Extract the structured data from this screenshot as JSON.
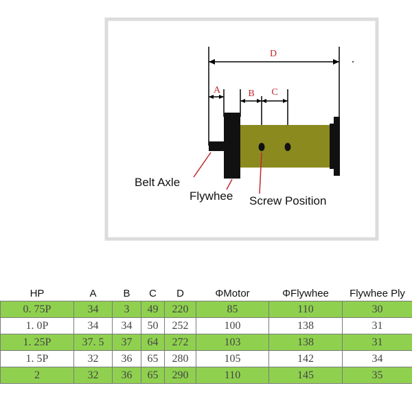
{
  "diagram": {
    "dimension_labels": {
      "D": "D",
      "A": "A",
      "B": "B",
      "C": "C"
    },
    "part_labels": {
      "belt_axle": "Belt Axle",
      "flywheel": "Flywhee",
      "screw_position": "Screw Position"
    },
    "colors": {
      "motor_body": "#8b8a1f",
      "dimension_text": "#c0282d",
      "frame_border": "#dcdcdc"
    }
  },
  "table": {
    "headers": [
      "HP",
      "A",
      "B",
      "C",
      "D",
      "ΦMotor",
      "ΦFlywhee",
      "Flywhee Ply"
    ],
    "rows": [
      [
        "0. 75P",
        "34",
        "3",
        "49",
        "220",
        "85",
        "110",
        "30"
      ],
      [
        "1. 0P",
        "34",
        "34",
        "50",
        "252",
        "100",
        "138",
        "31"
      ],
      [
        "1. 25P",
        "37. 5",
        "37",
        "64",
        "272",
        "103",
        "138",
        "31"
      ],
      [
        "1. 5P",
        "32",
        "36",
        "65",
        "280",
        "105",
        "142",
        "34"
      ],
      [
        "2",
        "32",
        "36",
        "65",
        "290",
        "110",
        "145",
        "35"
      ]
    ],
    "row_colors": [
      "#8fd14f",
      "#ffffff"
    ]
  }
}
